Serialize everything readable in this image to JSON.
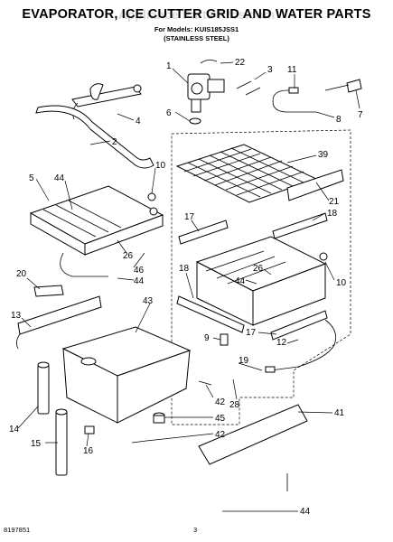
{
  "header": {
    "title": "EVAPORATOR, ICE CUTTER GRID AND WATER PARTS",
    "models_line": "For Models: KUIS185JSS1",
    "variant_line": "(STAINLESS STEEL)",
    "watermark": "Appliance Parts Pros.com"
  },
  "footer": {
    "doc_number": "8197851",
    "page_number": "3"
  },
  "callouts": [
    {
      "id": "c1",
      "label": "1"
    },
    {
      "id": "c22",
      "label": "22"
    },
    {
      "id": "c3",
      "label": "3"
    },
    {
      "id": "c11",
      "label": "11"
    },
    {
      "id": "c7",
      "label": "7"
    },
    {
      "id": "c4",
      "label": "4"
    },
    {
      "id": "c6",
      "label": "6"
    },
    {
      "id": "c8",
      "label": "8"
    },
    {
      "id": "c2",
      "label": "2"
    },
    {
      "id": "c39",
      "label": "39"
    },
    {
      "id": "c10a",
      "label": "10"
    },
    {
      "id": "c5",
      "label": "5"
    },
    {
      "id": "c44a",
      "label": "44"
    },
    {
      "id": "c21",
      "label": "21"
    },
    {
      "id": "c17a",
      "label": "17"
    },
    {
      "id": "c18a",
      "label": "18"
    },
    {
      "id": "c26a",
      "label": "26"
    },
    {
      "id": "c46",
      "label": "46"
    },
    {
      "id": "c20",
      "label": "20"
    },
    {
      "id": "c44b",
      "label": "44"
    },
    {
      "id": "c18b",
      "label": "18"
    },
    {
      "id": "c26b",
      "label": "26"
    },
    {
      "id": "c44c",
      "label": "44"
    },
    {
      "id": "c10b",
      "label": "10"
    },
    {
      "id": "c43",
      "label": "43"
    },
    {
      "id": "c13",
      "label": "13"
    },
    {
      "id": "c17b",
      "label": "17"
    },
    {
      "id": "c9",
      "label": "9"
    },
    {
      "id": "c12",
      "label": "12"
    },
    {
      "id": "c19",
      "label": "19"
    },
    {
      "id": "c28",
      "label": "28"
    },
    {
      "id": "c42a",
      "label": "42"
    },
    {
      "id": "c14",
      "label": "14"
    },
    {
      "id": "c45",
      "label": "45"
    },
    {
      "id": "c41",
      "label": "41"
    },
    {
      "id": "c42b",
      "label": "42"
    },
    {
      "id": "c15",
      "label": "15"
    },
    {
      "id": "c16",
      "label": "16"
    },
    {
      "id": "c44d",
      "label": "44"
    }
  ]
}
